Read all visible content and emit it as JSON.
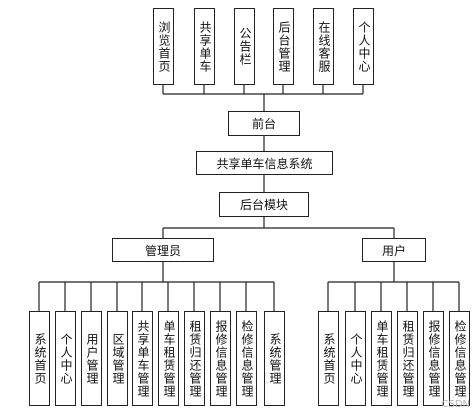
{
  "front_modules": [
    "浏览首页",
    "共享单车",
    "公告栏",
    "后台管理",
    "在线客服",
    "个人中心"
  ],
  "frontend": "前台",
  "system": "共享单车信息系统",
  "backend": "后台模块",
  "admin": {
    "label": "管理员",
    "modules": [
      "系统首页",
      "个人中心",
      "用户管理",
      "区域管理",
      "共享单车管理",
      "单车租赁管理",
      "租赁归还管理",
      "报修信息管理",
      "检修信息管理",
      "系统管理"
    ]
  },
  "user": {
    "label": "用户",
    "modules": [
      "系统首页",
      "个人中心",
      "单车租赁管理",
      "租赁归还管理",
      "报修信息管理",
      "检修信息管理"
    ]
  },
  "watermark": "CSDN"
}
